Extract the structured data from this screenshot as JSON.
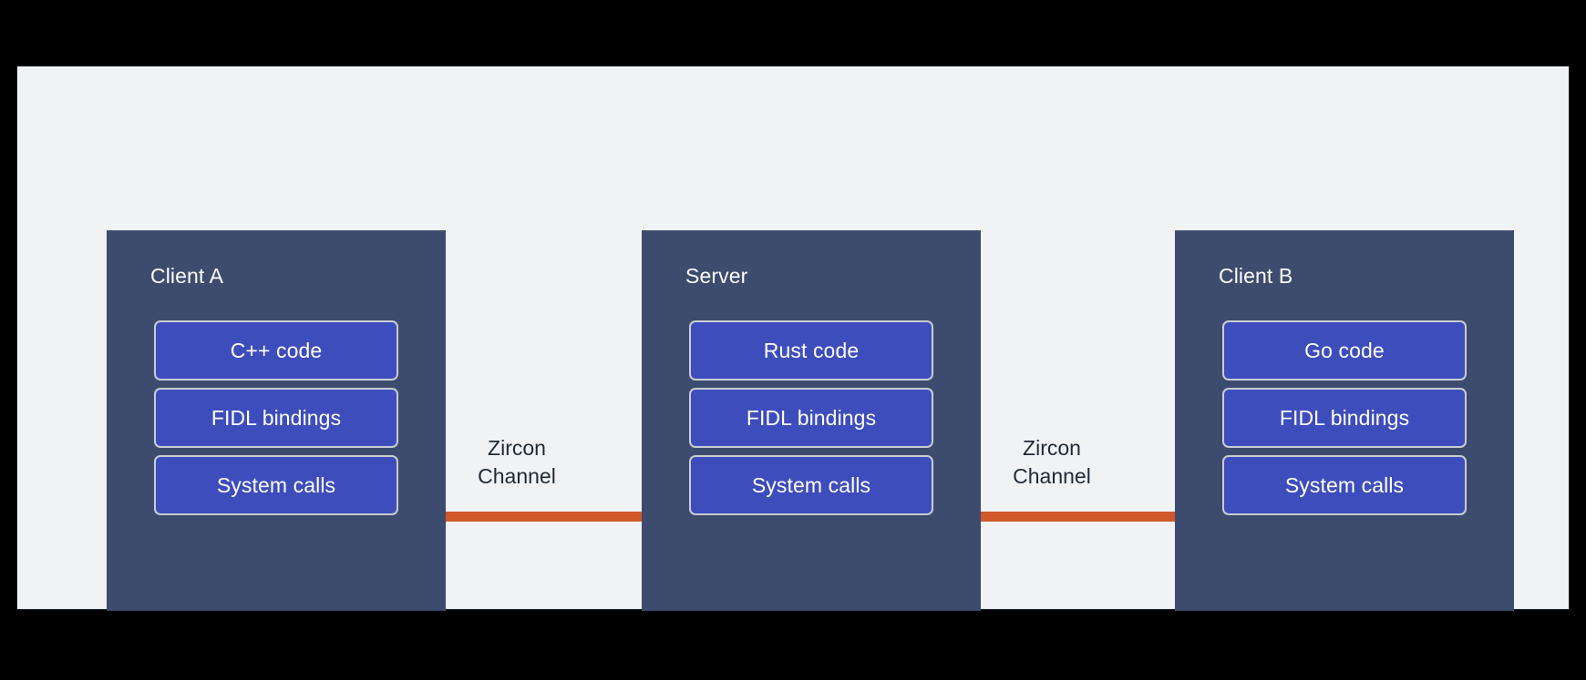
{
  "diagram": {
    "background_color": "#000000",
    "canvas_color": "#F1F2F4",
    "panel_color": "#3D4C6E",
    "box_color": "#3E4DBC",
    "box_border_color": "#C9CDD3",
    "connector_color": "#D1582A",
    "title_text_color": "#FFFFFF",
    "label_text_color": "#1F2A37",
    "panels": [
      {
        "title": "Client A",
        "boxes": [
          {
            "label": "C++ code"
          },
          {
            "label": "FIDL bindings"
          },
          {
            "label": "System calls"
          }
        ]
      },
      {
        "title": "Server",
        "boxes": [
          {
            "label": "Rust code"
          },
          {
            "label": "FIDL bindings"
          },
          {
            "label": "System calls"
          }
        ]
      },
      {
        "title": "Client B",
        "boxes": [
          {
            "label": "Go code"
          },
          {
            "label": "FIDL bindings"
          },
          {
            "label": "System calls"
          }
        ]
      }
    ],
    "connectors": [
      {
        "line1": "Zircon",
        "line2": "Channel"
      },
      {
        "line1": "Zircon",
        "line2": "Channel"
      }
    ]
  }
}
